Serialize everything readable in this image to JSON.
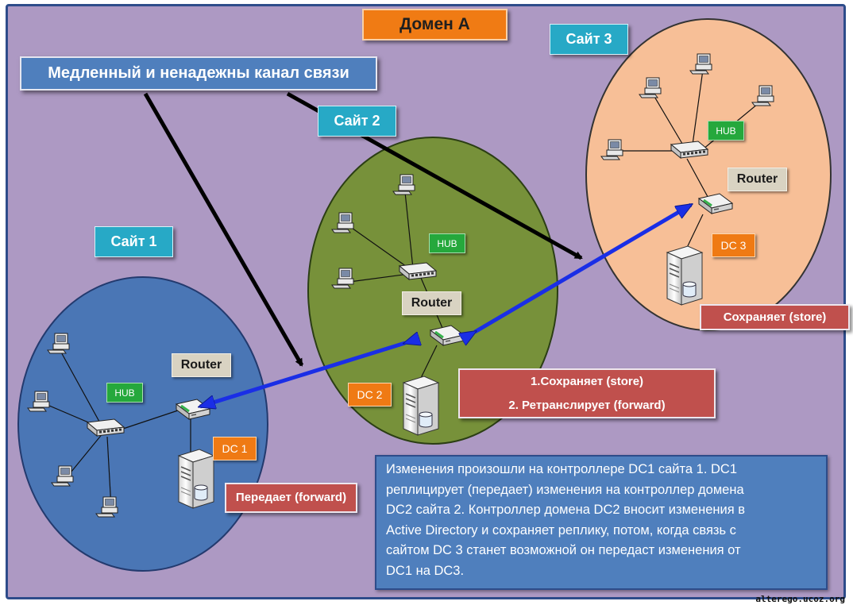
{
  "domain_title": "Домен А",
  "slow_link_label": "Медленный и ненадежны канал связи",
  "sites": [
    {
      "label": "Сайт 1",
      "hub": "HUB",
      "router": "Router",
      "dc": "DC 1",
      "action": [
        "Передает (forward)"
      ]
    },
    {
      "label": "Сайт 2",
      "hub": "HUB",
      "router": "Router",
      "dc": "DC 2",
      "action": [
        "1.Сохраняет (store)",
        "2. Ретранслирует (forward)"
      ]
    },
    {
      "label": "Сайт 3",
      "hub": "HUB",
      "router": "Router",
      "dc": "DC 3",
      "action": [
        "Сохраняет (store)"
      ]
    }
  ],
  "description": [
    "Изменения произошли на контроллере DC1 сайта 1.  DC1",
    "реплицирует (передает) изменения на контроллер домена",
    "DC2 сайта 2. Контроллер домена DC2 вносит изменения в",
    "Active Directory и сохраняет реплику, потом, когда связь с",
    "сайтом DC 3 станет возможной он передаст изменения от",
    "DC1 на DC3."
  ],
  "watermark": "alterego.ucoz.org",
  "colors": {
    "background": "#ad99c3",
    "site1": "#4a76b5",
    "site2": "#77913a",
    "site3": "#f7bf97",
    "link_arrow": "#1a2ee6",
    "site_label": "#27a9c6",
    "hub": "#25a83c",
    "router_label": "#d9d3c2",
    "dc_label": "#ef7a14",
    "action_box": "#c0504d",
    "info_box": "#4f7fbd"
  }
}
